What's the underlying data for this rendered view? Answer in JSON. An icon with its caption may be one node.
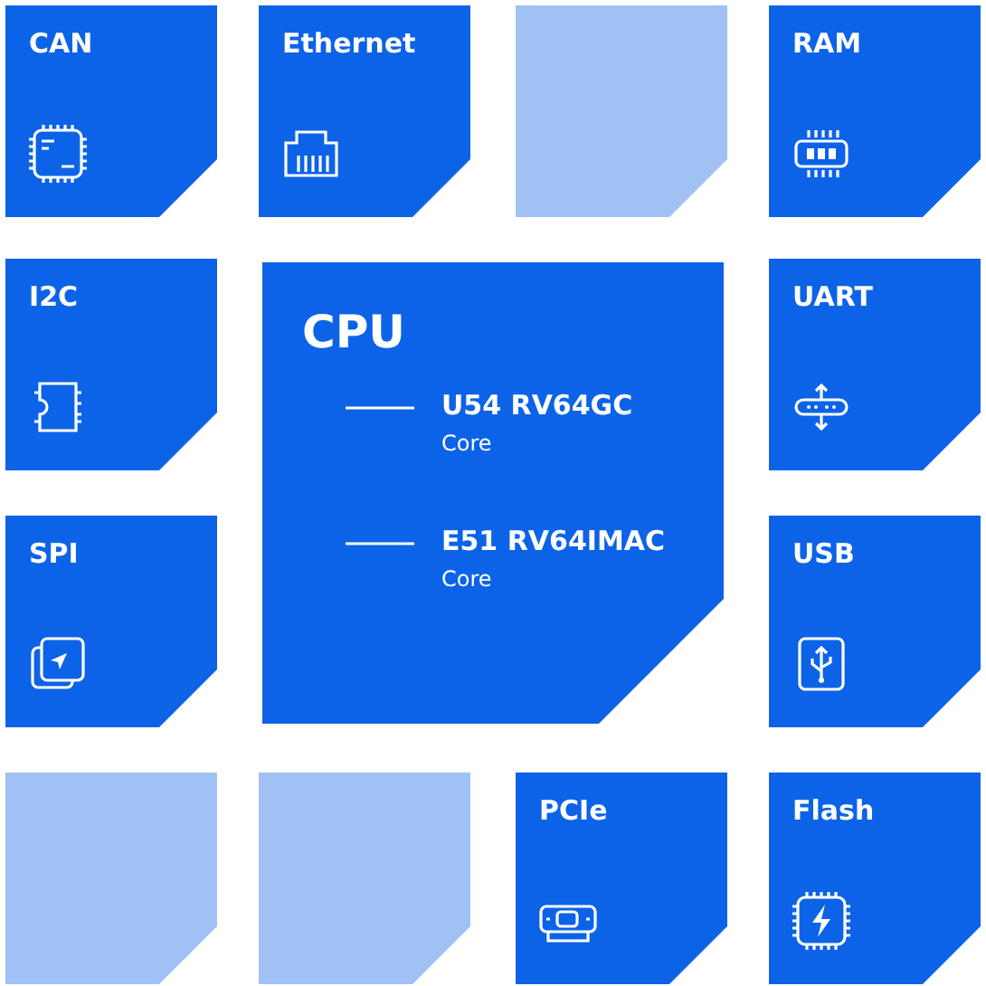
{
  "diagram": {
    "nodes": [
      {
        "text": [
          "CAN"
        ]
      },
      {
        "text": [
          "Ethernet"
        ]
      },
      {
        "text": [],
        "shape": "box"
      },
      {
        "text": [
          "RAM"
        ]
      },
      {
        "text": [
          "I2C"
        ]
      },
      {
        "text": [
          "CPU"
        ]
      },
      {
        "text": [
          "U54 RV64GC",
          "Core"
        ],
        "in": 5
      },
      {
        "text": [
          "E51 RV64IMAC",
          "Core"
        ],
        "in": 5
      },
      {
        "text": [
          "UART"
        ]
      },
      {
        "text": [
          "SPI"
        ]
      },
      {
        "text": [
          "USB"
        ]
      },
      {
        "text": [],
        "shape": "box"
      },
      {
        "text": [],
        "shape": "box"
      },
      {
        "text": [
          "PCIe"
        ]
      },
      {
        "text": [
          "Flash"
        ]
      }
    ]
  }
}
